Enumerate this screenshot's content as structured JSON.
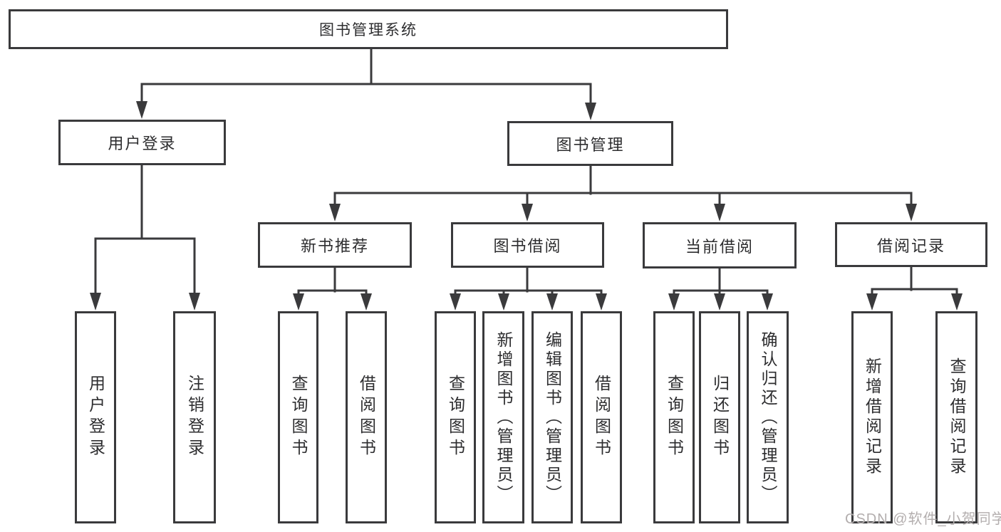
{
  "tree": {
    "root": {
      "label": "图书管理系统"
    },
    "children": [
      {
        "label": "用户登录",
        "children": [
          {
            "label": "用户登录"
          },
          {
            "label": "注销登录"
          }
        ]
      },
      {
        "label": "图书管理",
        "children": [
          {
            "label": "新书推荐",
            "children": [
              {
                "label": "查询图书"
              },
              {
                "label": "借阅图书"
              }
            ]
          },
          {
            "label": "图书借阅",
            "children": [
              {
                "label": "查询图书"
              },
              {
                "label": "新增图书（管理员）"
              },
              {
                "label": "编辑图书（管理员）"
              },
              {
                "label": "借阅图书"
              }
            ]
          },
          {
            "label": "当前借阅",
            "children": [
              {
                "label": "查询图书"
              },
              {
                "label": "归还图书"
              },
              {
                "label": "确认归还（管理员）"
              }
            ]
          },
          {
            "label": "借阅记录",
            "children": [
              {
                "label": "新增借阅记录"
              },
              {
                "label": "查询借阅记录"
              }
            ]
          }
        ]
      }
    ]
  },
  "watermark": "CSDN @软件_小贺同学",
  "colors": {
    "line": "#3a3a3c",
    "box_border": "#3a3a3c",
    "text": "#2d2d2f",
    "watermark": "#b3aeae",
    "background": "#ffffff"
  }
}
